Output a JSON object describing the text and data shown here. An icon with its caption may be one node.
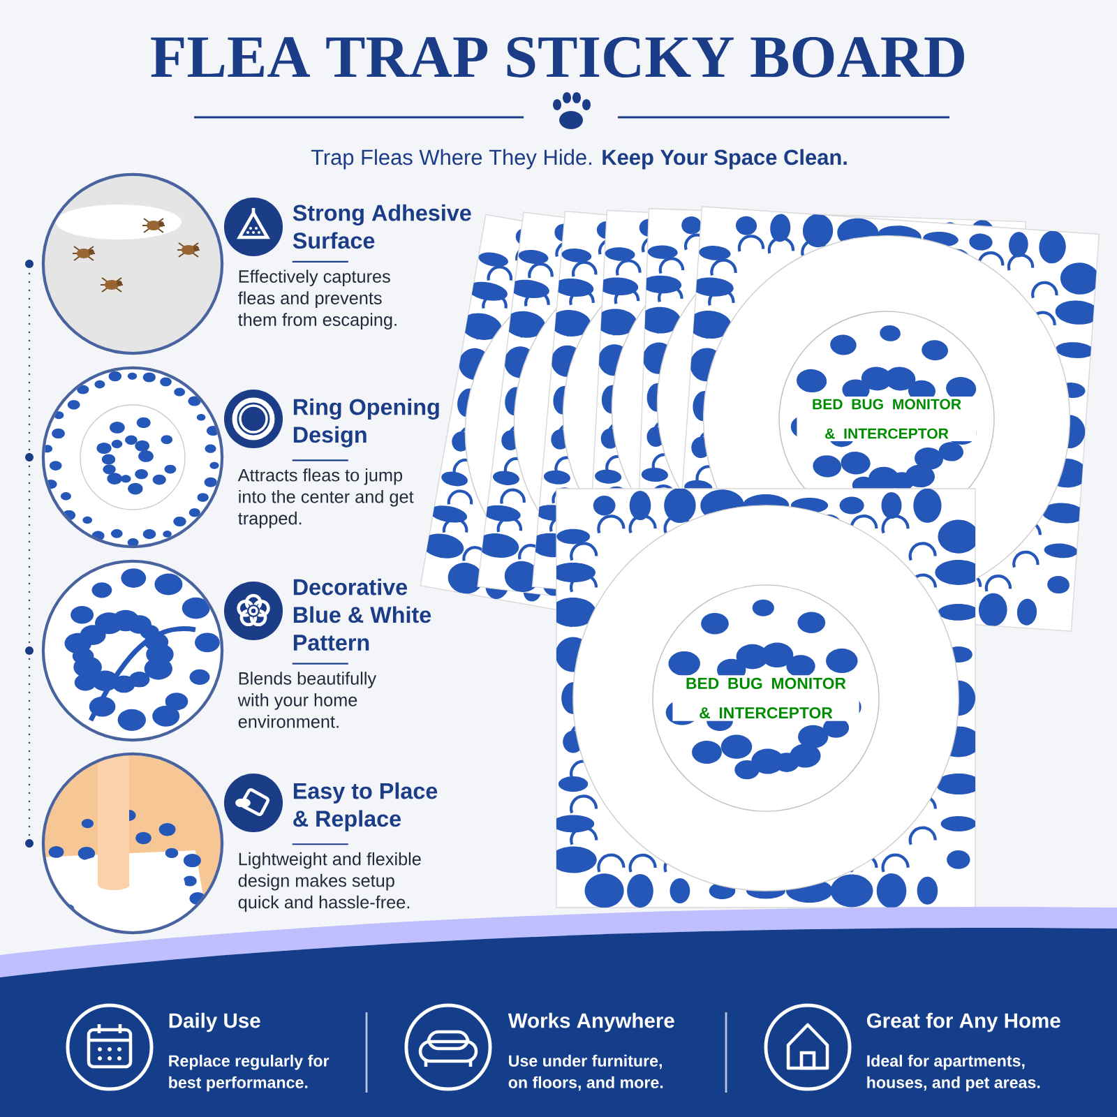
{
  "diagram": {
    "title": "FLEA TRAP STICKY BOARD",
    "nodes": [
      {
        "text": [
          "Strong Adhesive Surface",
          "Effectively captures fleas and prevents them from escaping."
        ]
      },
      {
        "text": [
          "Ring Opening Design",
          "Attracts fleas to jump into the center and get trapped."
        ]
      },
      {
        "text": [
          "Decorative Blue & White Pattern",
          "Blends beautifully with your home environment."
        ]
      },
      {
        "text": [
          "Easy to Place & Replace",
          "Lightweight and flexible design makes setup quick and hassle-free."
        ]
      },
      {
        "text": [
          "Daily Use",
          "Replace regularly for best performance."
        ]
      },
      {
        "text": [
          "Works Anywhere",
          "Use under furniture, on floors, and more."
        ]
      },
      {
        "text": [
          "Great for Any Home",
          "Ideal for apartments, houses, and pet areas."
        ]
      }
    ],
    "labels": [
      "Trap Fleas Where They Hide. **Keep Your Space Clean.**",
      "BED BUG MONITOR & INTERCEPTOR",
      "BED BUG MONITOR & INTERCEPTOR"
    ]
  }
}
